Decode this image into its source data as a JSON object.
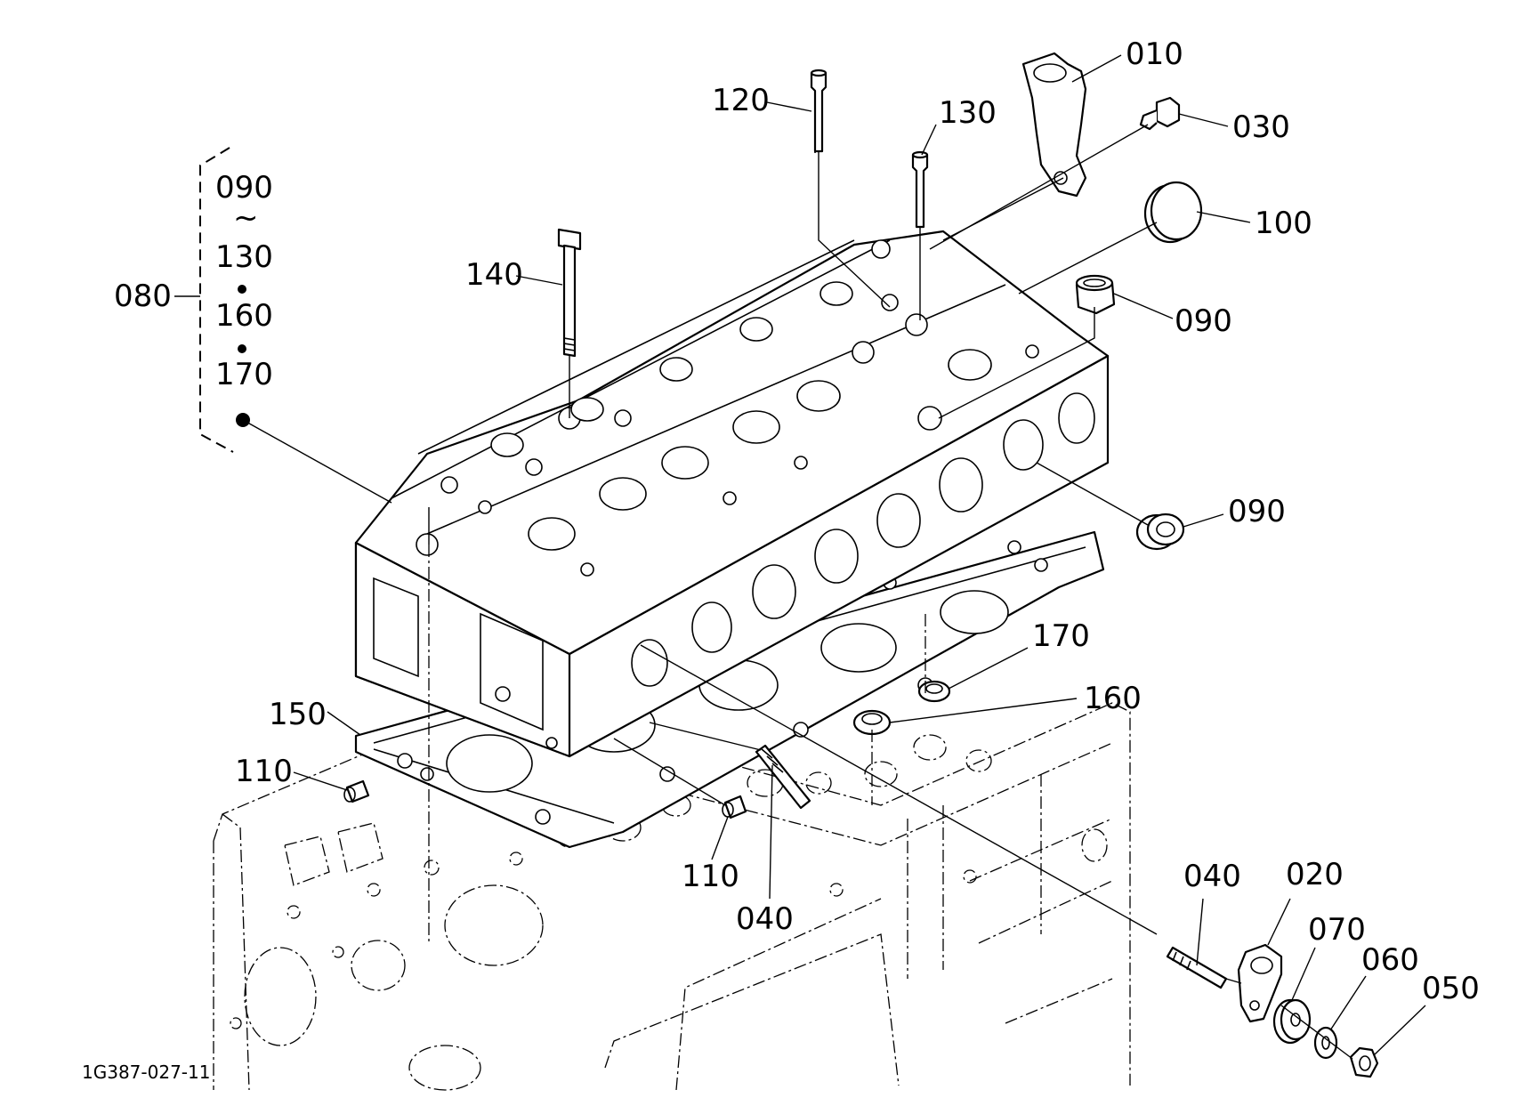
{
  "figure_id": "1G387-027-11",
  "group": {
    "label": "080",
    "members": [
      "090",
      "~",
      "130",
      "160",
      "170"
    ]
  },
  "callouts": [
    {
      "id": "010",
      "part": "bracket"
    },
    {
      "id": "030",
      "part": "bolt"
    },
    {
      "id": "120",
      "part": "valve-guide"
    },
    {
      "id": "130",
      "part": "valve-guide"
    },
    {
      "id": "100",
      "part": "plug"
    },
    {
      "id": "090",
      "part": "seal"
    },
    {
      "id": "090",
      "part": "seal"
    },
    {
      "id": "140",
      "part": "head-bolt"
    },
    {
      "id": "170",
      "part": "ring"
    },
    {
      "id": "160",
      "part": "ring"
    },
    {
      "id": "150",
      "part": "head-gasket"
    },
    {
      "id": "110",
      "part": "dowel"
    },
    {
      "id": "110",
      "part": "dowel"
    },
    {
      "id": "040",
      "part": "stud"
    },
    {
      "id": "040",
      "part": "stud"
    },
    {
      "id": "020",
      "part": "plate"
    },
    {
      "id": "070",
      "part": "washer"
    },
    {
      "id": "060",
      "part": "lock-washer"
    },
    {
      "id": "050",
      "part": "nut"
    }
  ]
}
